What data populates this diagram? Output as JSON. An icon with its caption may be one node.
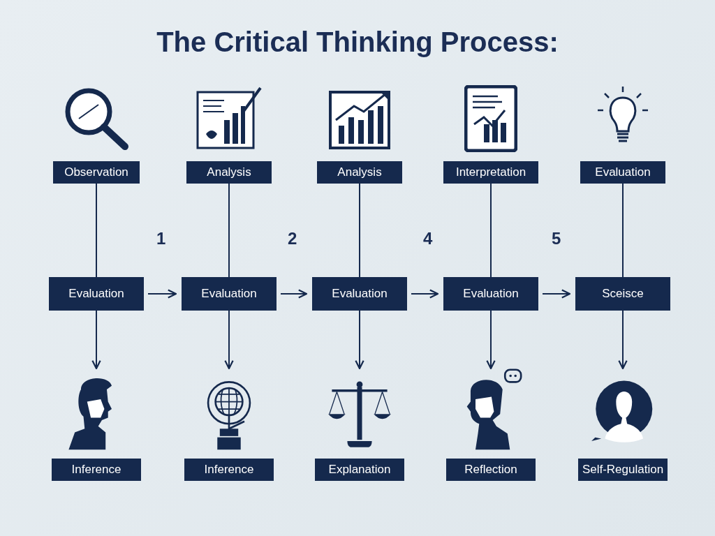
{
  "diagram": {
    "title": "The Critical Thinking Process:",
    "nodes": [
      {
        "text": [
          "Observation"
        ]
      },
      {
        "text": [
          "Analysis"
        ]
      },
      {
        "text": [
          "Analysis"
        ]
      },
      {
        "text": [
          "Interpretation"
        ]
      },
      {
        "text": [
          "Evaluation"
        ]
      },
      {
        "text": [
          "Evaluation"
        ]
      },
      {
        "text": [
          "Evaluation"
        ]
      },
      {
        "text": [
          "Evaluation"
        ]
      },
      {
        "text": [
          "Evaluation"
        ]
      },
      {
        "text": [
          "Sceisce"
        ]
      },
      {
        "text": [],
        "shape": "picture"
      },
      {
        "text": [],
        "shape": "picture"
      },
      {
        "text": [],
        "shape": "picture"
      },
      {
        "text": [],
        "shape": "picture"
      },
      {
        "text": [],
        "shape": "picture"
      },
      {
        "text": [
          "Inference"
        ]
      },
      {
        "text": [
          "Inference"
        ]
      },
      {
        "text": [
          "Explanation"
        ]
      },
      {
        "text": [
          "Reflection"
        ]
      },
      {
        "text": [
          "Self-Regulation"
        ]
      }
    ],
    "edges": [
      {
        "from": 0,
        "to": 5,
        "arrow": "none"
      },
      {
        "from": 1,
        "to": 6,
        "arrow": "none"
      },
      {
        "from": 2,
        "to": 7,
        "arrow": "none"
      },
      {
        "from": 3,
        "to": 8,
        "arrow": "none"
      },
      {
        "from": 4,
        "to": 9,
        "arrow": "none"
      },
      {
        "from": 5,
        "to": 6,
        "arrow": "to"
      },
      {
        "from": 6,
        "to": 7,
        "arrow": "to"
      },
      {
        "from": 7,
        "to": 8,
        "arrow": "to"
      },
      {
        "from": 8,
        "to": 9,
        "arrow": "to"
      },
      {
        "from": 5,
        "to": 10,
        "arrow": "to"
      },
      {
        "from": 6,
        "to": 11,
        "arrow": "to"
      },
      {
        "from": 7,
        "to": 12,
        "arrow": "to"
      },
      {
        "from": 8,
        "to": 13,
        "arrow": "to"
      },
      {
        "from": 9,
        "to": 14,
        "arrow": "to"
      }
    ],
    "labels": [
      "1",
      "2",
      "4",
      "5"
    ]
  }
}
